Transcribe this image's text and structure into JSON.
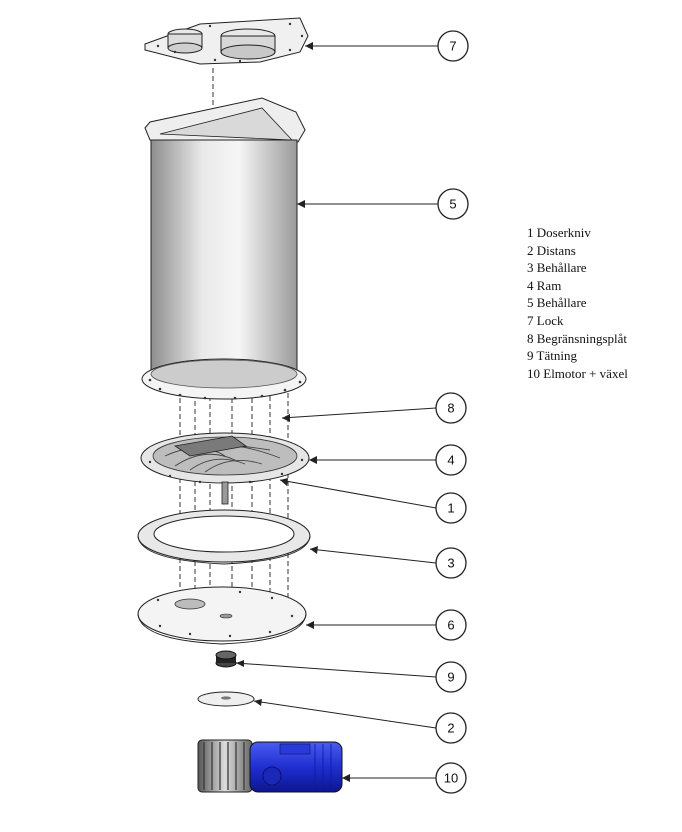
{
  "callouts": [
    "7",
    "5",
    "8",
    "4",
    "1",
    "3",
    "6",
    "9",
    "2",
    "10"
  ],
  "legend": [
    "1 Doserkniv",
    "2 Distans",
    "3 Behållare",
    "4 Ram",
    "5 Behållare",
    "7 Lock",
    "8 Begränsningsplåt",
    "9 Tätning",
    "10 Elmotor + växel"
  ],
  "colors": {
    "line": "#222222",
    "part_fill": "#f2f2f2",
    "cylinder_light": "#f6f6f6",
    "cylinder_dark": "#8e8e8e",
    "motor_blue": "#1f2fd0"
  }
}
